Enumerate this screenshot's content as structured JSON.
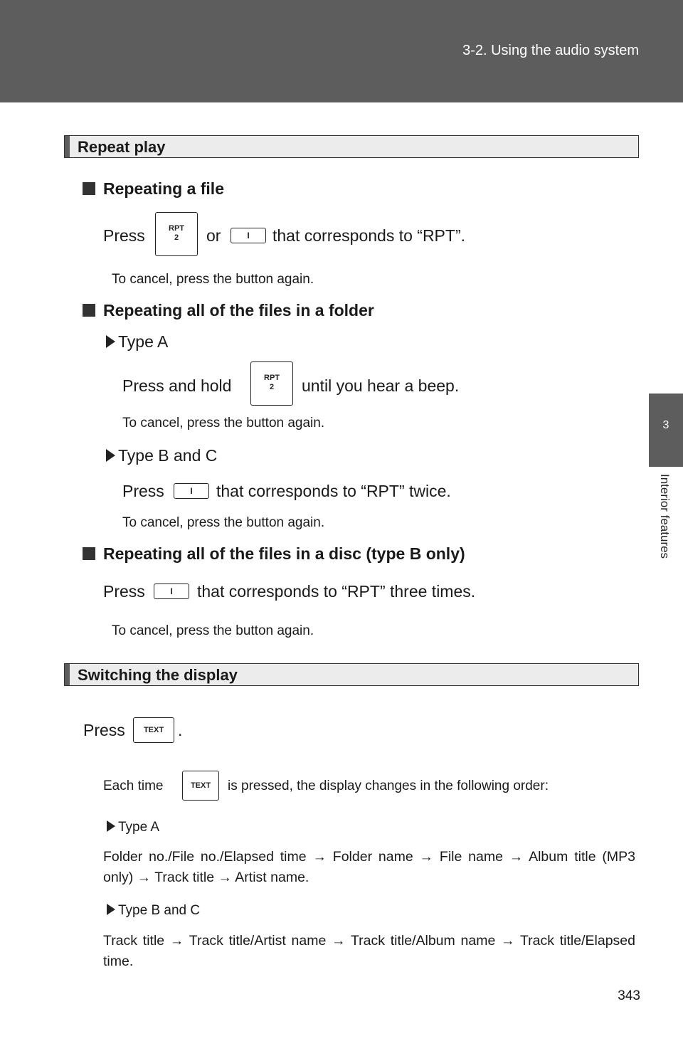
{
  "header": {
    "title": "3-2. Using the audio system"
  },
  "side_tab": {
    "number": "3",
    "label": "Interior features"
  },
  "sections": {
    "repeat": {
      "title": "Repeat play",
      "file": {
        "heading": "Repeating a file",
        "instruction": {
          "pre": "Press",
          "mid": "or",
          "post": "that corresponds to “RPT”."
        },
        "cancel": "To cancel, press the button again."
      },
      "folder": {
        "heading": "Repeating all of the files in a folder",
        "type_a": {
          "label": "Type A",
          "instruction": {
            "pre": "Press and hold",
            "post": "until you hear a beep."
          },
          "cancel": "To cancel, press the button again."
        },
        "type_bc": {
          "label": "Type B and C",
          "instruction": {
            "pre": "Press",
            "post": "that corresponds to “RPT” twice."
          },
          "cancel": "To cancel, press the button again."
        }
      },
      "disc": {
        "heading": "Repeating all of the files in a disc (type B only)",
        "instruction": {
          "pre": "Press",
          "post": "that corresponds to “RPT” three times."
        },
        "cancel": "To cancel, press the button again."
      }
    },
    "display": {
      "title": "Switching the display",
      "instruction": {
        "pre": "Press",
        "post": "."
      },
      "each_time": {
        "pre": "Each time",
        "post": "is pressed, the display changes in the following order:"
      },
      "type_a": {
        "label": "Type A",
        "order": "Folder no./File no./Elapsed time → Folder name → File name → Album title (MP3 only) → Track title → Artist name."
      },
      "type_bc": {
        "label": "Type B and C",
        "order": "Track title → Track title/Artist name → Track title/Album name → Track title/Elapsed time."
      }
    }
  },
  "buttons": {
    "rpt_top": "RPT",
    "rpt_num": "2",
    "bar": "I",
    "text": "TEXT"
  },
  "page_number": "343"
}
